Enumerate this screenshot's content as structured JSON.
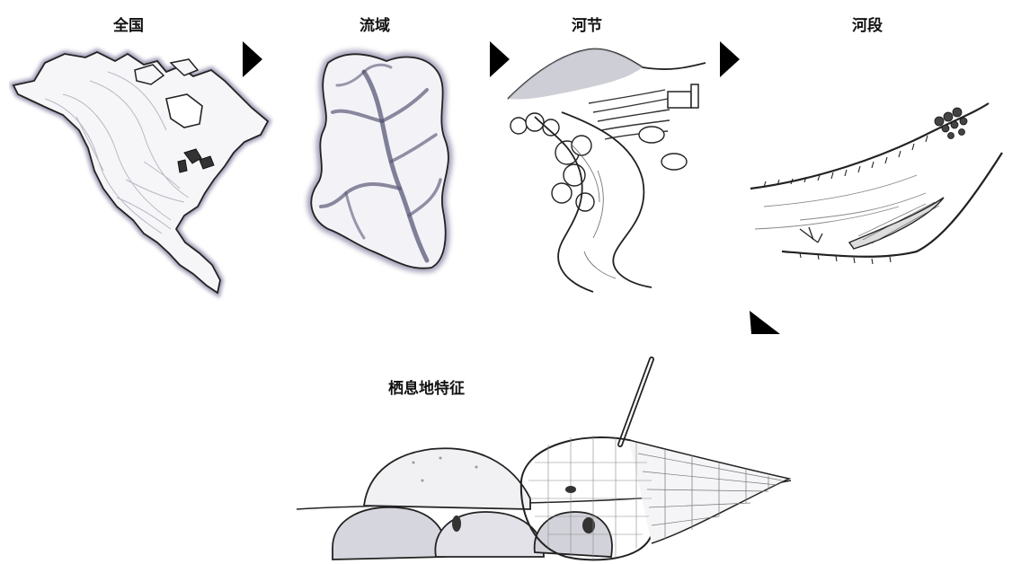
{
  "labels": {
    "national": "全国",
    "watershed": "流域",
    "river_section": "河节",
    "river_reach": "河段",
    "habitat": "栖息地特征"
  },
  "colors": {
    "ink": "#222222",
    "shade": "#9a98b0",
    "arrow": "#000000"
  },
  "icons": [
    "north-america-map-icon",
    "watershed-map-icon",
    "river-valley-icon",
    "river-reach-icon",
    "rocks-and-net-icon",
    "arrow-right-icon",
    "arrow-diagonal-icon"
  ]
}
